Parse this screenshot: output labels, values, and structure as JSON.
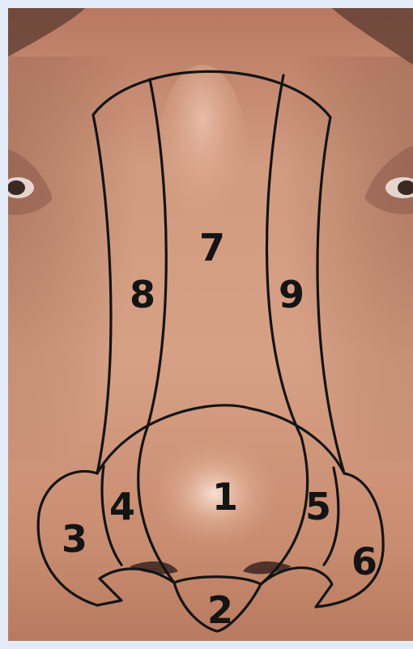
{
  "figure": {
    "subunit_labels": [
      "1",
      "2",
      "3",
      "4",
      "5",
      "6",
      "7",
      "8",
      "9"
    ]
  },
  "colors": {
    "frame_background": "#e3ebf7",
    "skin_base": "#c98f74",
    "outline": "#141414",
    "label": "#141414"
  }
}
